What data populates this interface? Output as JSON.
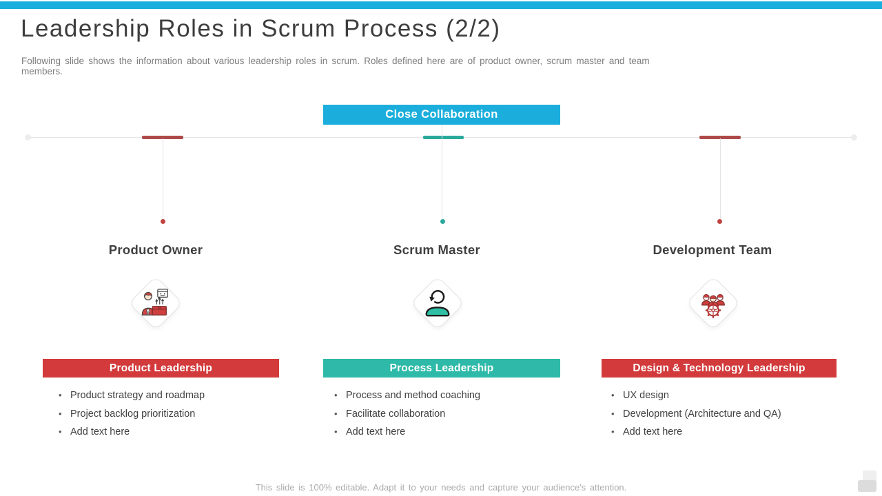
{
  "slide": {
    "title": "Leadership Roles in Scrum Process (2/2)",
    "subtitle": "Following slide shows the information about various leadership roles in scrum. Roles defined here are of product owner, scrum master and team members.",
    "collaboration_banner": "Close Collaboration",
    "footer": "This slide is 100% editable. Adapt it to your needs and capture your audience's attention."
  },
  "colors": {
    "cyan_accent": "#1baedc",
    "red_accent": "#d23a3b",
    "teal_accent": "#2eb9a8",
    "timeline_red": "#ae4b48",
    "timeline_teal": "#2ba99c",
    "text_dark": "#3f3f3f",
    "text_gray": "#7d7d7d"
  },
  "columns": [
    {
      "role": "Product Owner",
      "icon": "product-owner-icon",
      "header": "Product Leadership",
      "accent": "red",
      "bullets": [
        "Product strategy and roadmap",
        "Project backlog prioritization",
        "Add text here"
      ]
    },
    {
      "role": "Scrum Master",
      "icon": "scrum-master-icon",
      "header": "Process Leadership",
      "accent": "teal",
      "bullets": [
        "Process and method coaching",
        "Facilitate collaboration",
        "Add text here"
      ]
    },
    {
      "role": "Development Team",
      "icon": "development-team-icon",
      "header": "Design & Technology Leadership",
      "accent": "red",
      "bullets": [
        "UX design",
        "Development (Architecture and QA)",
        "Add text here"
      ]
    }
  ]
}
